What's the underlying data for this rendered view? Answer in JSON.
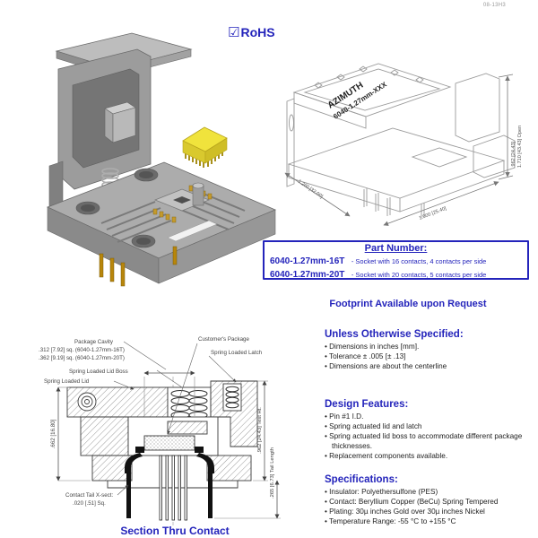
{
  "header": {
    "doc_number": "08-13H3",
    "rohs_check": "☑",
    "rohs_label": "RoHS"
  },
  "iso_drawing": {
    "brand_line1": "AZIMUTH",
    "brand_line2": "6040-1.27mm-XXX",
    "dim_height": ".962 [24.43]",
    "dim_height_open": "1.710 [43.43] Open",
    "dim_width_left": "1.260 [32.00]",
    "dim_width_right": "1.000 [25.40]"
  },
  "part_number": {
    "title": "Part Number:",
    "rows": [
      {
        "pn": "6040-1.27mm-16T",
        "desc": "-  Socket with 16 contacts, 4 contacts per side"
      },
      {
        "pn": "6040-1.27mm-20T",
        "desc": "-  Socket with 20 contacts, 5 contacts per side"
      }
    ],
    "footprint_note": "Footprint Available upon Request"
  },
  "sections": {
    "unless": {
      "title": "Unless Otherwise Specified:",
      "items": [
        "• Dimensions in inches [mm].",
        "• Tolerance ± .005 [± .13]",
        "• Dimensions are about the centerline"
      ]
    },
    "design": {
      "title": "Design Features:",
      "items": [
        "• Pin #1 I.D.",
        "• Spring actuated lid and latch",
        "• Spring actuated lid boss to accommodate different package thicknesses.",
        "• Replacement components available."
      ]
    },
    "specs": {
      "title": "Specifications:",
      "items": [
        "• Insulator: Polyethersulfone (PES)",
        "• Contact: Beryllium Copper (BeCu) Spring Tempered",
        "• Plating: 30µ inches Gold over 30µ inches Nickel",
        "• Temperature Range: -55 °C  to  +155 °C"
      ]
    }
  },
  "section_view": {
    "labels": {
      "package_cavity": "Package Cavity",
      "cavity_16t": ".312 [7.92] sq. (6040-1.27mm-16T)",
      "cavity_20t": ".362 [9.19] sq. (6040-1.27mm-20T)",
      "customers_package": "Customer's Package",
      "spring_loaded_latch": "Spring Loaded Latch",
      "spring_loaded_lid_boss": "Spring Loaded Lid Boss",
      "spring_loaded_lid": "Spring Loaded Lid",
      "lid_height": ".662 [16.80]",
      "test_ht": ".962 [24.43] Test Ht.",
      "tail_length": ".265 [6.73] Tail Length",
      "contact_tail_1": "Contact Tail X-sect:",
      "contact_tail_2": ".020 [.51] Sq."
    },
    "title": "Section Thru Contact"
  },
  "colors": {
    "accent_blue": "#2424bb",
    "chip_yellow": "#f0e33c",
    "socket_gray": "#acacac",
    "pin_gold": "#b8860b"
  }
}
